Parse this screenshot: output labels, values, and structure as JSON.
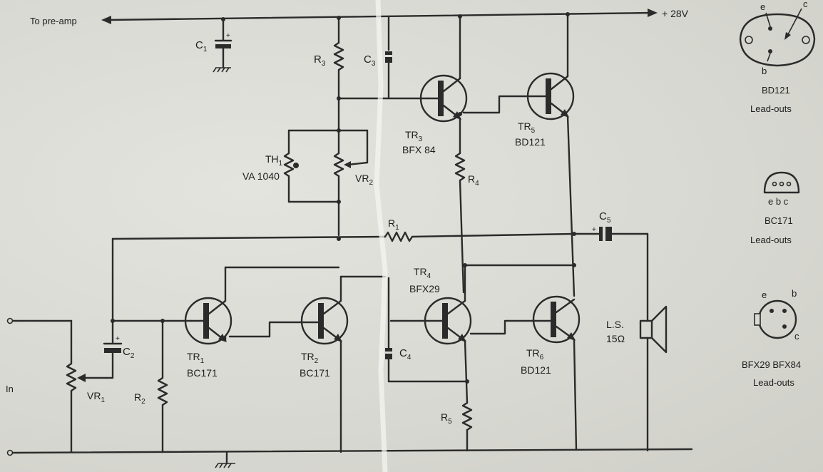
{
  "labels": {
    "preamp": "To pre-amp",
    "supply": "+ 28V",
    "input": "In",
    "c1": "C",
    "c1_sub": "1",
    "c2": "C",
    "c2_sub": "2",
    "c3": "C",
    "c3_sub": "3",
    "c4": "C",
    "c4_sub": "4",
    "c5": "C",
    "c5_sub": "5",
    "r1": "R",
    "r1_sub": "1",
    "r2": "R",
    "r2_sub": "2",
    "r3": "R",
    "r3_sub": "3",
    "r4": "R",
    "r4_sub": "4",
    "r5": "R",
    "r5_sub": "5",
    "vr1": "VR",
    "vr1_sub": "1",
    "vr2": "VR",
    "vr2_sub": "2",
    "th1": "TH",
    "th1_sub": "1",
    "th1_part": "VA 1040",
    "tr1": "TR",
    "tr1_sub": "1",
    "tr1_part": "BC171",
    "tr2": "TR",
    "tr2_sub": "2",
    "tr2_part": "BC171",
    "tr3": "TR",
    "tr3_sub": "3",
    "tr3_part": "BFX 84",
    "tr4": "TR",
    "tr4_sub": "4",
    "tr4_part": "BFX29",
    "tr5": "TR",
    "tr5_sub": "5",
    "tr5_part": "BD121",
    "tr6": "TR",
    "tr6_sub": "6",
    "tr6_part": "BD121",
    "ls": "L.S.",
    "ls_imp": "15Ω"
  },
  "leadouts": {
    "bd121_title": "BD121",
    "bd121_caption": "Lead-outs",
    "bd121_e": "e",
    "bd121_c": "c",
    "bd121_b": "b",
    "bc171_pins": "e b c",
    "bc171_title": "BC171",
    "bc171_caption": "Lead-outs",
    "bfx_e": "e",
    "bfx_b": "b",
    "bfx_c": "c",
    "bfx_title": "BFX29  BFX84",
    "bfx_caption": "Lead-outs"
  }
}
